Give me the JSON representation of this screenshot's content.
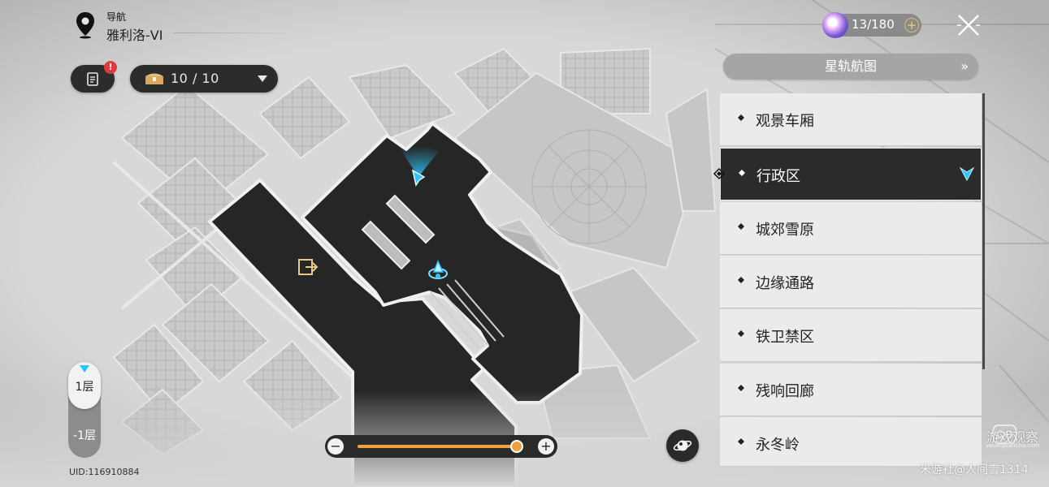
{
  "header": {
    "nav_caption": "导航",
    "location": "雅利洛-VI"
  },
  "toolbar": {
    "quest_badge": "!",
    "chest_count": "10 / 10"
  },
  "stamina": {
    "text": "13/180",
    "plus": "+"
  },
  "star_rail_map_label": "星轨航图",
  "zones": [
    {
      "label": "观景车厢",
      "selected": false
    },
    {
      "label": "行政区",
      "selected": true
    },
    {
      "label": "城郊雪原",
      "selected": false
    },
    {
      "label": "边缘通路",
      "selected": false
    },
    {
      "label": "铁卫禁区",
      "selected": false
    },
    {
      "label": "残响回廊",
      "selected": false
    },
    {
      "label": "永冬岭",
      "selected": false
    }
  ],
  "floors": {
    "current": "1层",
    "other": "-1层"
  },
  "zoom": {
    "out_label": "−",
    "in_label": "+",
    "level": 0.98
  },
  "uid": "UID:116910884",
  "watermark": {
    "site": "游戏观察",
    "site_sub": "youxiguancha.com",
    "user": "米游社@人间雪1314"
  },
  "colors": {
    "accent_blue": "#2ec4ff",
    "zoom_orange": "#f0a040",
    "badge_red": "#e23a3a"
  }
}
